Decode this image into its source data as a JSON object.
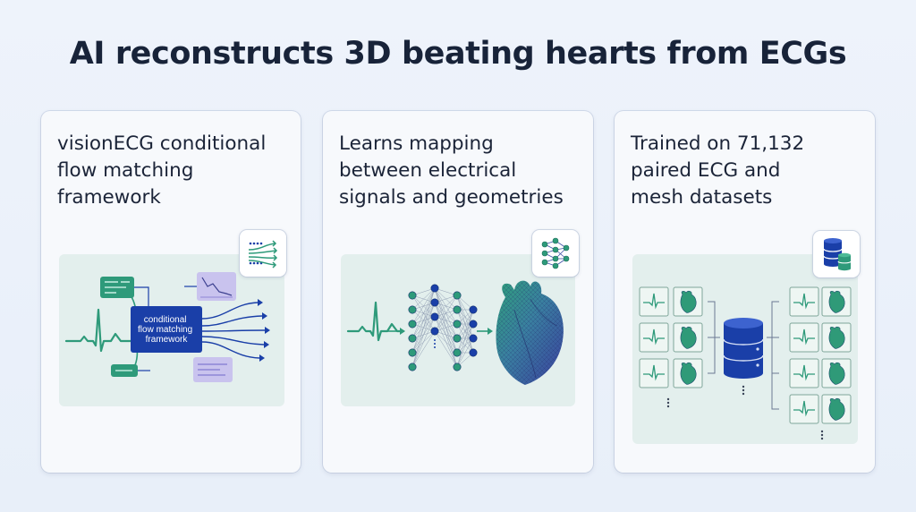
{
  "title": "AI reconstructs 3D beating hearts from ECGs",
  "cards": [
    {
      "text": "visionECG conditional\nflow matching\nframework",
      "box_label": "conditional\nflow matching\nframework",
      "icon": "flow-arrows-icon"
    },
    {
      "text": "Learns mapping\nbetween electrical\nsignals and geometries",
      "icon": "neural-network-icon"
    },
    {
      "text": "Trained on 71,132\npaired ECG and\nmesh datasets",
      "icon": "database-icon"
    }
  ],
  "colors": {
    "navy": "#1a3fa8",
    "teal": "#2e9a7a",
    "heart_blue": "#3b4fa6",
    "heart_green": "#2f9a78",
    "lavender": "#c9c3ee"
  }
}
